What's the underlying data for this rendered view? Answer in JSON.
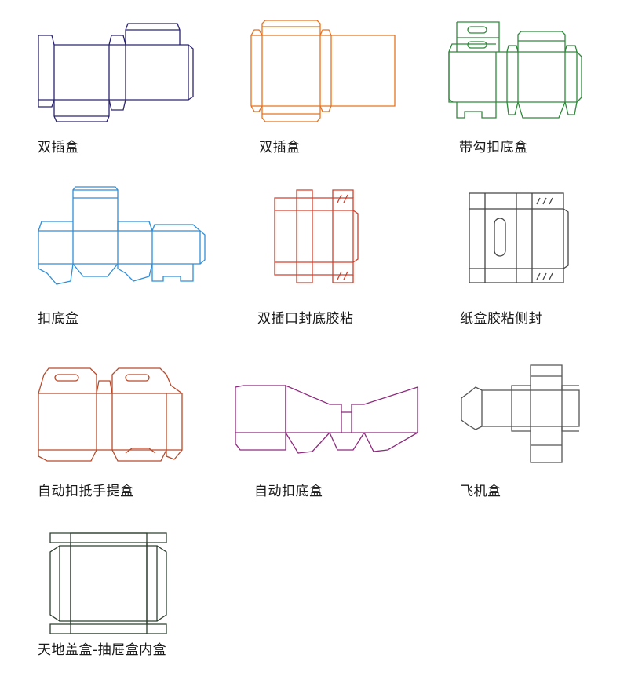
{
  "boxes": [
    {
      "label": "双插盒",
      "color": "#2a2470"
    },
    {
      "label": "双插盒",
      "color": "#e8731e"
    },
    {
      "label": "带勾扣底盒",
      "color": "#2e8a3a"
    },
    {
      "label": "扣底盒",
      "color": "#2f8fd8"
    },
    {
      "label": "双插口封底胶粘",
      "color": "#d2402c"
    },
    {
      "label": "纸盒胶粘侧封",
      "color": "#444444"
    },
    {
      "label": "自动扣抵手提盒",
      "color": "#b84a2a"
    },
    {
      "label": "自动扣底盒",
      "color": "#8e2a7e"
    },
    {
      "label": "飞机盒",
      "color": "#555555"
    },
    {
      "label": "天地盖盒-抽屉盒内盒",
      "color": "#2c3e2e"
    }
  ]
}
